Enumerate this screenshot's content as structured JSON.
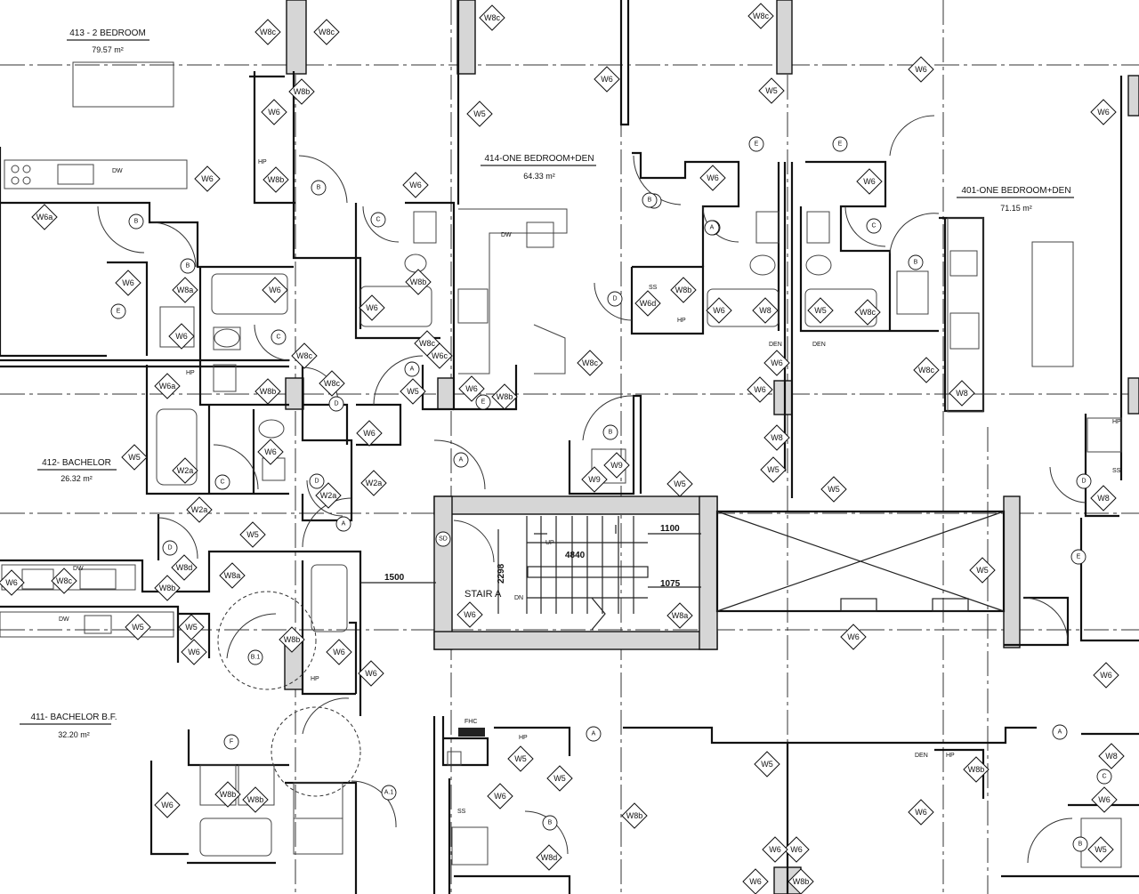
{
  "rooms": [
    {
      "name": "413 - 2 BEDROOM",
      "area": "79.57 m²"
    },
    {
      "name": "414-ONE BEDROOM+DEN",
      "area": "64.33 m²"
    },
    {
      "name": "401-ONE BEDROOM+DEN",
      "area": "71.15 m²"
    },
    {
      "name": "412- BACHELOR",
      "area": "26.32 m²"
    },
    {
      "name": "411- BACHELOR B.F.",
      "area": "32.20 m²"
    }
  ],
  "stair": {
    "label": "STAIR A",
    "up": "UP",
    "down": "DN",
    "sd": "SD"
  },
  "dimensions": {
    "d1100": "1100",
    "d4840": "4840",
    "d1075": "1075",
    "d2298": "2298",
    "d1500": "1500"
  },
  "fixture_labels": {
    "dw": "DW",
    "hp": "HP",
    "ss": "SS",
    "den": "DEN",
    "fhc": "FHC"
  },
  "wall_tags": [
    {
      "label": "W8c"
    },
    {
      "label": "W8c"
    },
    {
      "label": "W8c"
    },
    {
      "label": "W8c"
    },
    {
      "label": "W8b"
    },
    {
      "label": "W6"
    },
    {
      "label": "W5"
    },
    {
      "label": "W6"
    },
    {
      "label": "W6"
    },
    {
      "label": "W5"
    },
    {
      "label": "W6"
    },
    {
      "label": "W8b"
    },
    {
      "label": "W6"
    },
    {
      "label": "W6"
    },
    {
      "label": "W6"
    },
    {
      "label": "W6"
    },
    {
      "label": "W6a"
    },
    {
      "label": "W6"
    },
    {
      "label": "W8a"
    },
    {
      "label": "W8b"
    },
    {
      "label": "W6"
    },
    {
      "label": "W6"
    },
    {
      "label": "W8b"
    },
    {
      "label": "W6d"
    },
    {
      "label": "W6"
    },
    {
      "label": "W8"
    },
    {
      "label": "W5"
    },
    {
      "label": "W8c"
    },
    {
      "label": "W6"
    },
    {
      "label": "W8c"
    },
    {
      "label": "W6c"
    },
    {
      "label": "W8c"
    },
    {
      "label": "W8c"
    },
    {
      "label": "W8c"
    },
    {
      "label": "W8c"
    },
    {
      "label": "W6"
    },
    {
      "label": "W6"
    },
    {
      "label": "W8b"
    },
    {
      "label": "W5"
    },
    {
      "label": "W8b"
    },
    {
      "label": "W6"
    },
    {
      "label": "W6a"
    },
    {
      "label": "W8"
    },
    {
      "label": "W5"
    },
    {
      "label": "W6"
    },
    {
      "label": "W6"
    },
    {
      "label": "W8"
    },
    {
      "label": "W5"
    },
    {
      "label": "W2a"
    },
    {
      "label": "W9"
    },
    {
      "label": "W2a"
    },
    {
      "label": "W2a"
    },
    {
      "label": "W2a"
    },
    {
      "label": "W9"
    },
    {
      "label": "W5"
    },
    {
      "label": "W5"
    },
    {
      "label": "W5"
    },
    {
      "label": "W6"
    },
    {
      "label": "W8a"
    },
    {
      "label": "W6"
    },
    {
      "label": "W8"
    },
    {
      "label": "W5"
    },
    {
      "label": "W8a"
    },
    {
      "label": "W6"
    },
    {
      "label": "W8d"
    },
    {
      "label": "W8c"
    },
    {
      "label": "W8b"
    },
    {
      "label": "W5"
    },
    {
      "label": "W5"
    },
    {
      "label": "W8b"
    },
    {
      "label": "W6"
    },
    {
      "label": "W6"
    },
    {
      "label": "W6"
    },
    {
      "label": "W6"
    },
    {
      "label": "W8"
    },
    {
      "label": "W5"
    },
    {
      "label": "W5"
    },
    {
      "label": "W6"
    },
    {
      "label": "W6"
    },
    {
      "label": "W8b"
    },
    {
      "label": "W8b"
    },
    {
      "label": "W8b"
    },
    {
      "label": "W6"
    },
    {
      "label": "W5"
    },
    {
      "label": "W8b"
    },
    {
      "label": "W6"
    },
    {
      "label": "W6"
    },
    {
      "label": "W6"
    },
    {
      "label": "W6"
    },
    {
      "label": "W8d"
    },
    {
      "label": "W5"
    },
    {
      "label": "W8b"
    }
  ],
  "door_tags": [
    {
      "label": "B"
    },
    {
      "label": "C"
    },
    {
      "label": "B"
    },
    {
      "label": "E"
    },
    {
      "label": "E"
    },
    {
      "label": "B"
    },
    {
      "label": "C"
    },
    {
      "label": "B"
    },
    {
      "label": "B"
    },
    {
      "label": "E"
    },
    {
      "label": "C"
    },
    {
      "label": "D"
    },
    {
      "label": "A"
    },
    {
      "label": "E"
    },
    {
      "label": "A"
    },
    {
      "label": "D"
    },
    {
      "label": "C"
    },
    {
      "label": "D"
    },
    {
      "label": "A"
    },
    {
      "label": "B"
    },
    {
      "label": "D"
    },
    {
      "label": "E"
    },
    {
      "label": "B.1"
    },
    {
      "label": "A"
    },
    {
      "label": "F"
    },
    {
      "label": "A.1"
    },
    {
      "label": "A"
    },
    {
      "label": "B"
    },
    {
      "label": "C"
    },
    {
      "label": "D"
    },
    {
      "label": "B"
    },
    {
      "label": "A"
    },
    {
      "label": "C"
    },
    {
      "label": "B"
    }
  ]
}
